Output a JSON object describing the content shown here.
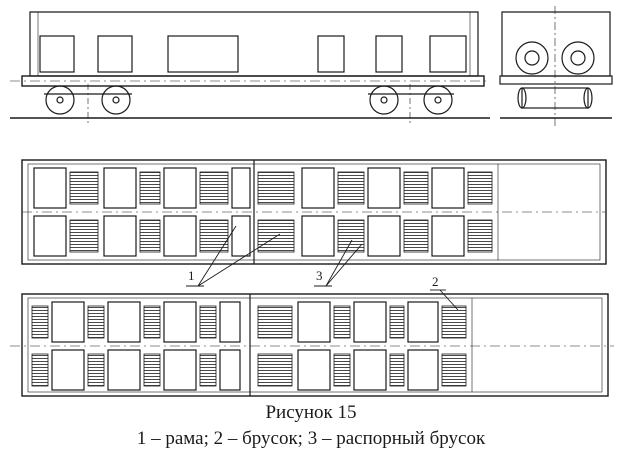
{
  "figure": {
    "title": "Рисунок 15",
    "legend": "1 – рама; 2 – брусок; 3 – распорный брусок"
  },
  "callouts": [
    {
      "id": "1",
      "label": "1"
    },
    {
      "id": "2",
      "label": "2"
    },
    {
      "id": "3",
      "label": "3"
    }
  ],
  "colors": {
    "ink": "#1a1a1a",
    "paper": "#ffffff"
  }
}
